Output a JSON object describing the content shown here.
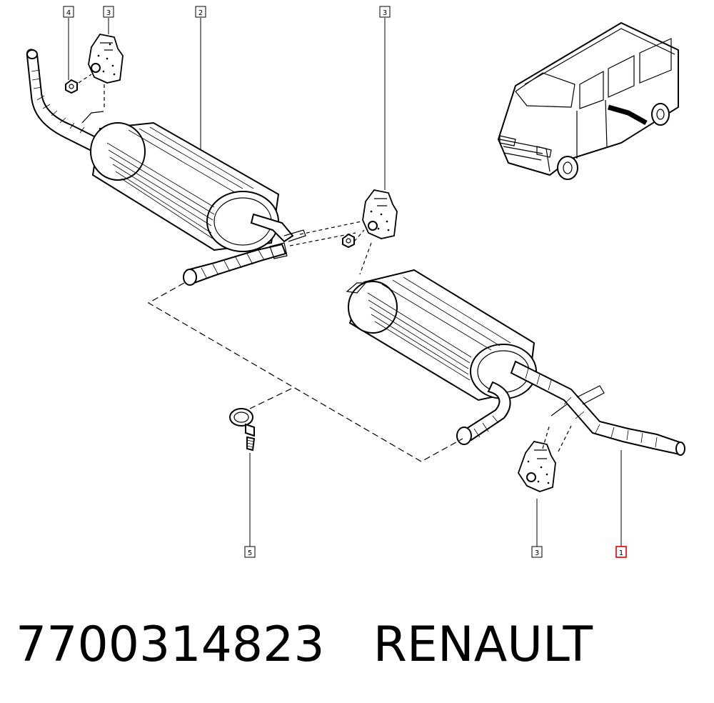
{
  "callouts": [
    {
      "label": "4"
    },
    {
      "label": "3"
    },
    {
      "label": "2"
    },
    {
      "label": "3"
    },
    {
      "label": "5"
    },
    {
      "label": "3"
    },
    {
      "label": "1"
    }
  ],
  "footer": {
    "part_number": "7700314823",
    "brand": "RENAULT"
  },
  "colors": {
    "highlight": "#e00000",
    "line": "#000000",
    "background": "#ffffff"
  }
}
